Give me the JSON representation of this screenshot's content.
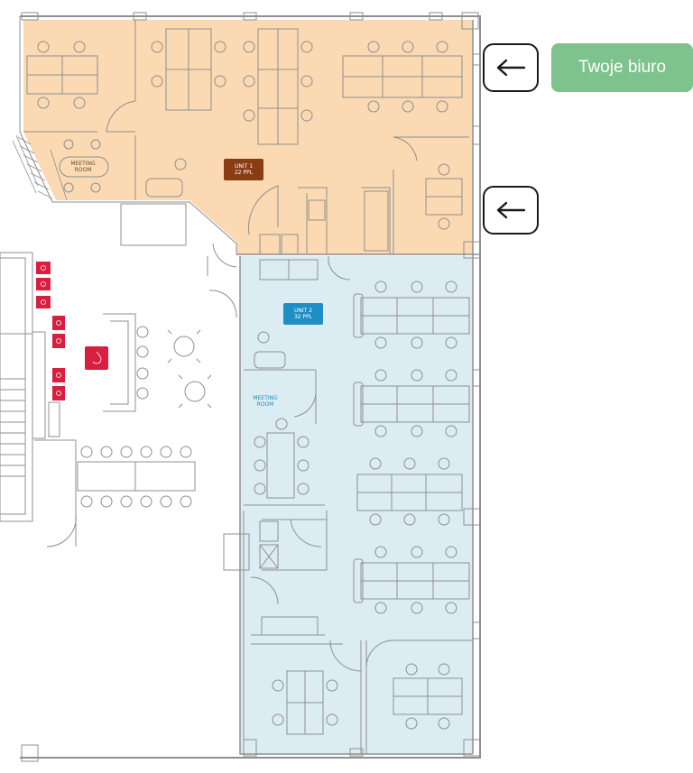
{
  "units": [
    {
      "label_line1": "UNIT 1",
      "label_line2": "22 PPL",
      "color": "#8a3d12",
      "fill": "#fbd9b2"
    },
    {
      "label_line1": "UNIT 2",
      "label_line2": "32 PPL",
      "color": "#1e8fc4",
      "fill": "#dcecf3"
    }
  ],
  "rooms": {
    "meeting_room_1": {
      "line1": "MEETING",
      "line2": "ROOM"
    },
    "meeting_room_2": {
      "line1": "MEETING",
      "line2": "ROOM"
    }
  },
  "controls": {
    "arrow_icon": "arrow-left-icon",
    "cta_label": "Twoje biuro",
    "cta_color": "#7ec28e"
  }
}
